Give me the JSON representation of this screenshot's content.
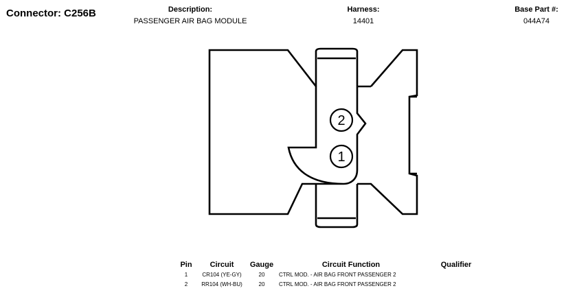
{
  "header": {
    "connector_title": "Connector: C256B",
    "description_label": "Description:",
    "description_value": "PASSENGER AIR BAG MODULE",
    "harness_label": "Harness:",
    "harness_value": "14401",
    "base_part_label": "Base Part #:",
    "base_part_value": "044A74"
  },
  "connector": {
    "pins": [
      {
        "label": "2"
      },
      {
        "label": "1"
      }
    ]
  },
  "pin_table": {
    "columns": [
      "Pin",
      "Circuit",
      "Gauge",
      "Circuit Function",
      "Qualifier"
    ],
    "rows": [
      {
        "pin": "1",
        "circuit": "CR104 (YE-GY)",
        "gauge": "20",
        "function": "CTRL MOD. - AIR BAG FRONT PASSENGER 2",
        "qualifier": ""
      },
      {
        "pin": "2",
        "circuit": "RR104 (WH-BU)",
        "gauge": "20",
        "function": "CTRL MOD. - AIR BAG FRONT PASSENGER 2",
        "qualifier": ""
      }
    ]
  }
}
